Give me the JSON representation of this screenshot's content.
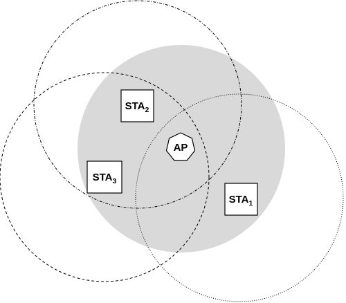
{
  "colors": {
    "ap_coverage_fill": "#d9d9d9",
    "stroke": "#000000",
    "node_fill": "#ffffff"
  },
  "nodes": {
    "ap": {
      "label": "AP",
      "shape": "heptagon"
    },
    "sta1": {
      "label": "STA",
      "subscript": "1",
      "shape": "square",
      "range_border": "dotted"
    },
    "sta2": {
      "label": "STA",
      "subscript": "2",
      "shape": "square",
      "range_border": "dash-dot"
    },
    "sta3": {
      "label": "STA",
      "subscript": "3",
      "shape": "square",
      "range_border": "dashed"
    }
  }
}
